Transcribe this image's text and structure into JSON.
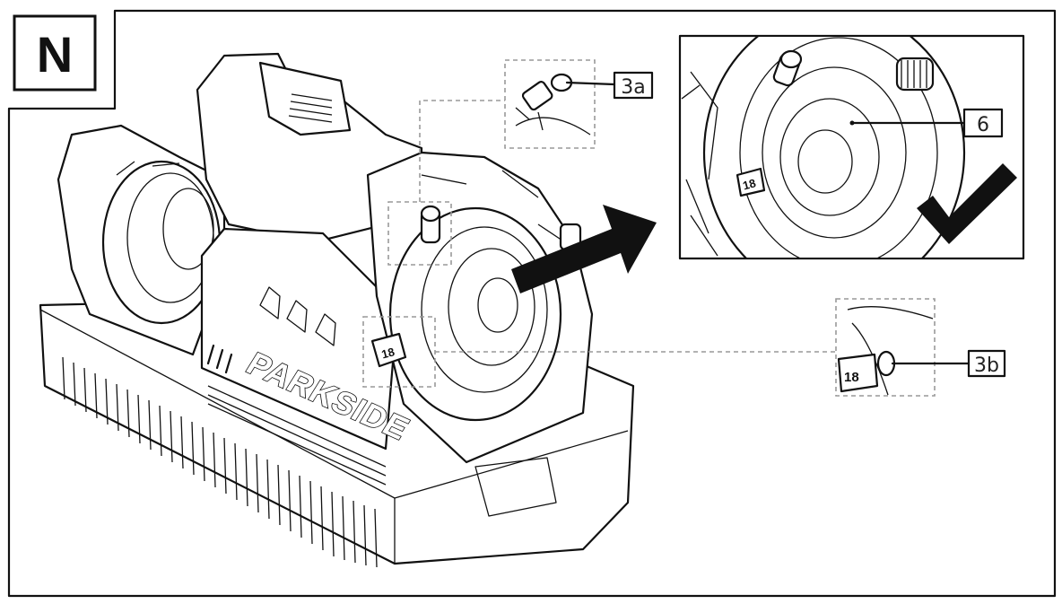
{
  "figure": {
    "panel_letter": "N",
    "brand_text": "PARKSIDE",
    "callouts": [
      {
        "id": "3a",
        "label": "3a"
      },
      {
        "id": "3b",
        "label": "3b"
      },
      {
        "id": "6",
        "label": "6"
      }
    ],
    "detail_text_3b": "18",
    "colors": {
      "line": "#111111",
      "dash": "#999999",
      "background": "#ffffff"
    },
    "icons": [
      "arrow-right-icon",
      "check-mark-icon"
    ]
  }
}
